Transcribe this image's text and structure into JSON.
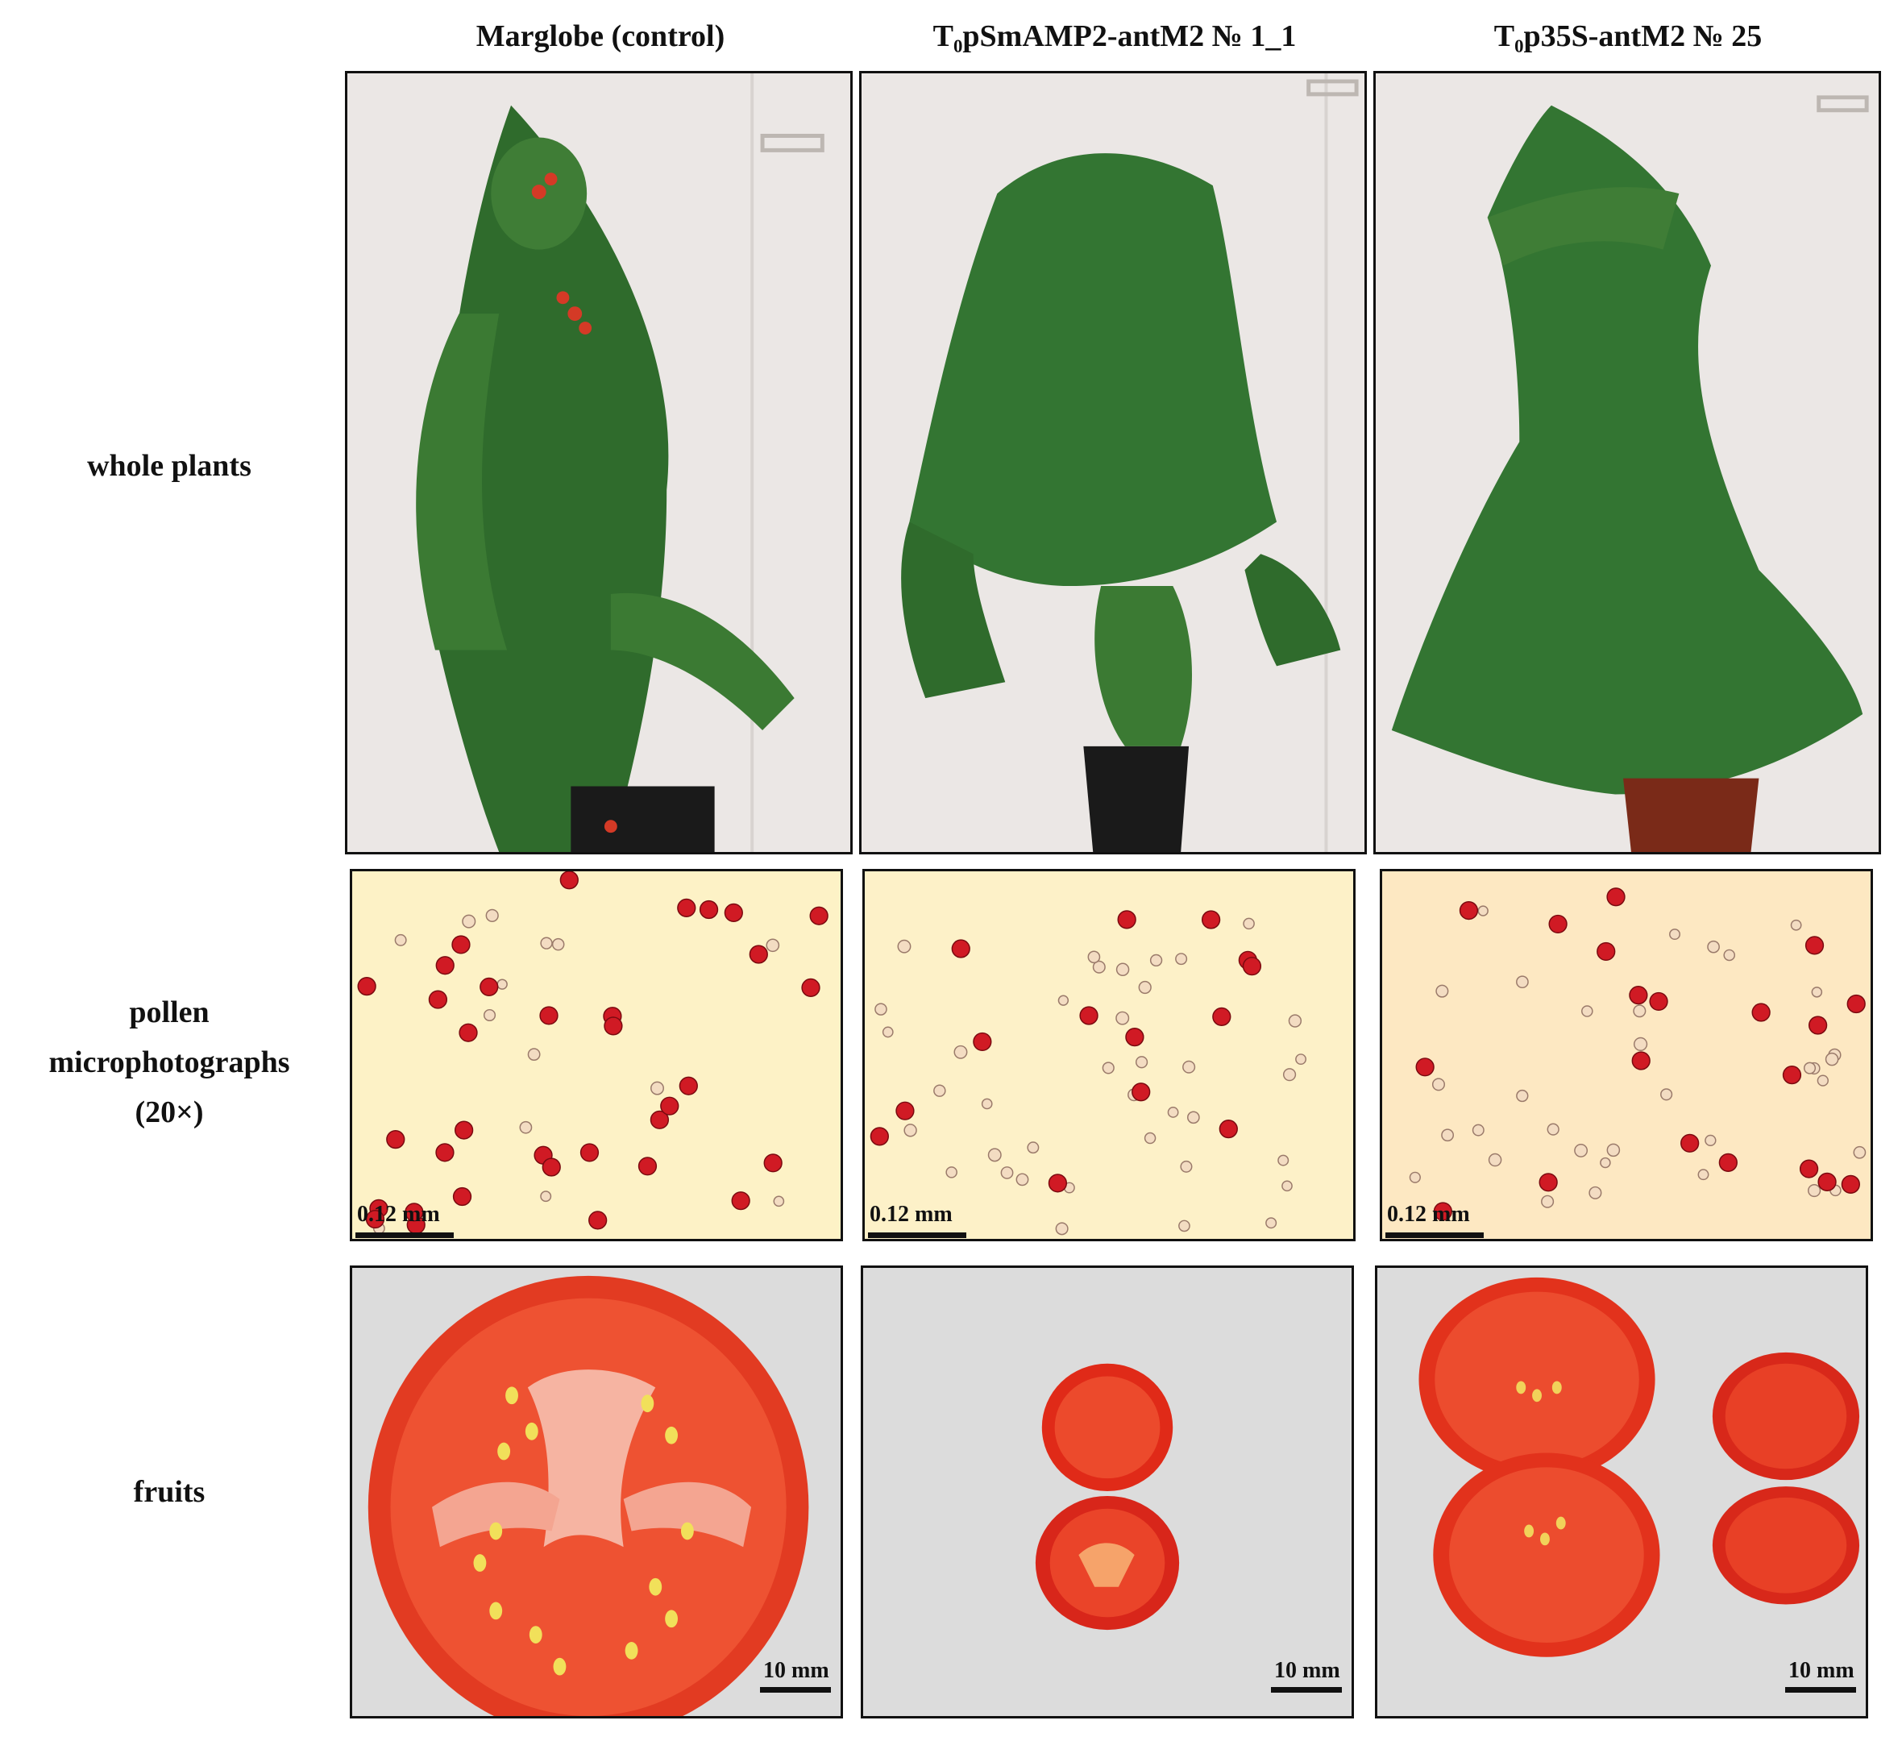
{
  "columns": [
    {
      "title": "Marglobe (control)"
    },
    {
      "title": "T₀pSmAMP2-antM2 № 1_1"
    },
    {
      "title": "T₀p35S-antM2 № 25"
    }
  ],
  "rows": {
    "plants": "whole plants",
    "pollen_line1": "pollen",
    "pollen_line2": "microphotographs",
    "pollen_line3": "(20×)",
    "fruits": "fruits"
  },
  "scale_bars": {
    "pollen": "0.12 mm",
    "fruit": "10 mm"
  },
  "colors": {
    "wall": "#ece8e6",
    "foliage": "#2f6b2c",
    "foliage_light": "#4a8c3a",
    "tomato_red": "#e8391f",
    "pollen_bg": "#fdf2c6",
    "pollen_red": "#d01a24",
    "fruit_bg": "#dcdcdc"
  }
}
